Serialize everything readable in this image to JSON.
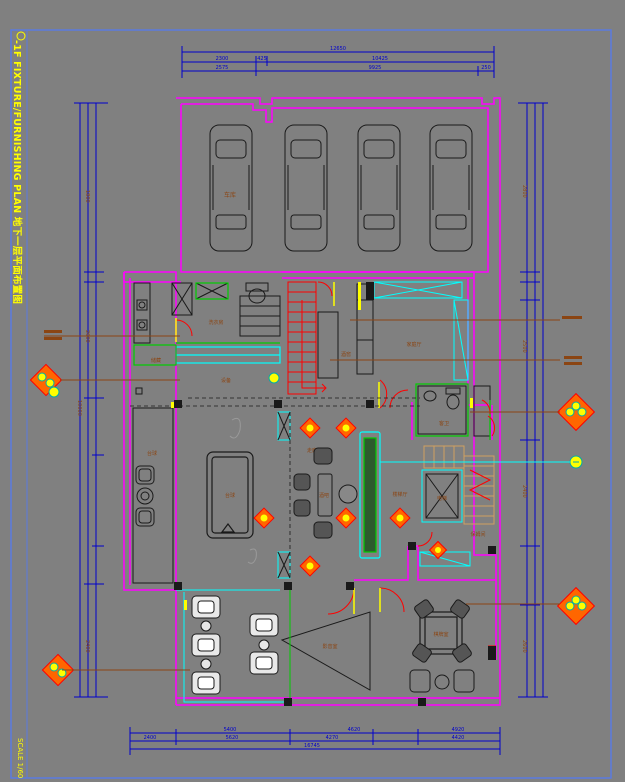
{
  "drawing": {
    "title": "-1F FIXTURE/FURNISHING PLAN 地下一层平面布置图",
    "scale_label": "SCALE 1/60"
  },
  "colors": {
    "background": "#808080",
    "wall": "#ff00ff",
    "dimension": "#0000cc",
    "furniture": "#1a1a1a",
    "fixture": "#00ffff",
    "door": "#ff0000",
    "green": "#00cc00",
    "yellow": "#ffff00",
    "leader": "#8b4513"
  },
  "top_dimensions": {
    "overall": "12650",
    "upper": [
      "2300",
      "425",
      "10425"
    ],
    "lower": [
      "2575",
      "9925",
      "250"
    ]
  },
  "bottom_dimensions": {
    "upper": [
      "5400",
      "4620",
      "4920"
    ],
    "lower": [
      "2400",
      "5620",
      "4270",
      "4420"
    ],
    "total": "16745"
  },
  "rooms": {
    "garage": "车库",
    "laundry": "洗衣房",
    "storage": "储藏",
    "equipment": "设备",
    "wine": "酒窖",
    "guest_bath": "客卫",
    "hall": "走廊",
    "family_room": "家庭厅",
    "lift": "电梯",
    "maid": "保姆间",
    "billiards": "台球",
    "bar": "酒吧",
    "theater": "影音室",
    "mahjong": "棋牌室",
    "stair_hall": "楼梯厅",
    "lobby": "大堂"
  },
  "icons": [
    "toilet-icon",
    "basin-icon",
    "car-icon",
    "billiard-table-icon",
    "sofa-icon",
    "armchair-icon",
    "chair-icon",
    "stool-icon",
    "lamp-icon",
    "ceiling-light-icon",
    "elevator-icon",
    "staircase-icon",
    "door-swing-icon"
  ]
}
